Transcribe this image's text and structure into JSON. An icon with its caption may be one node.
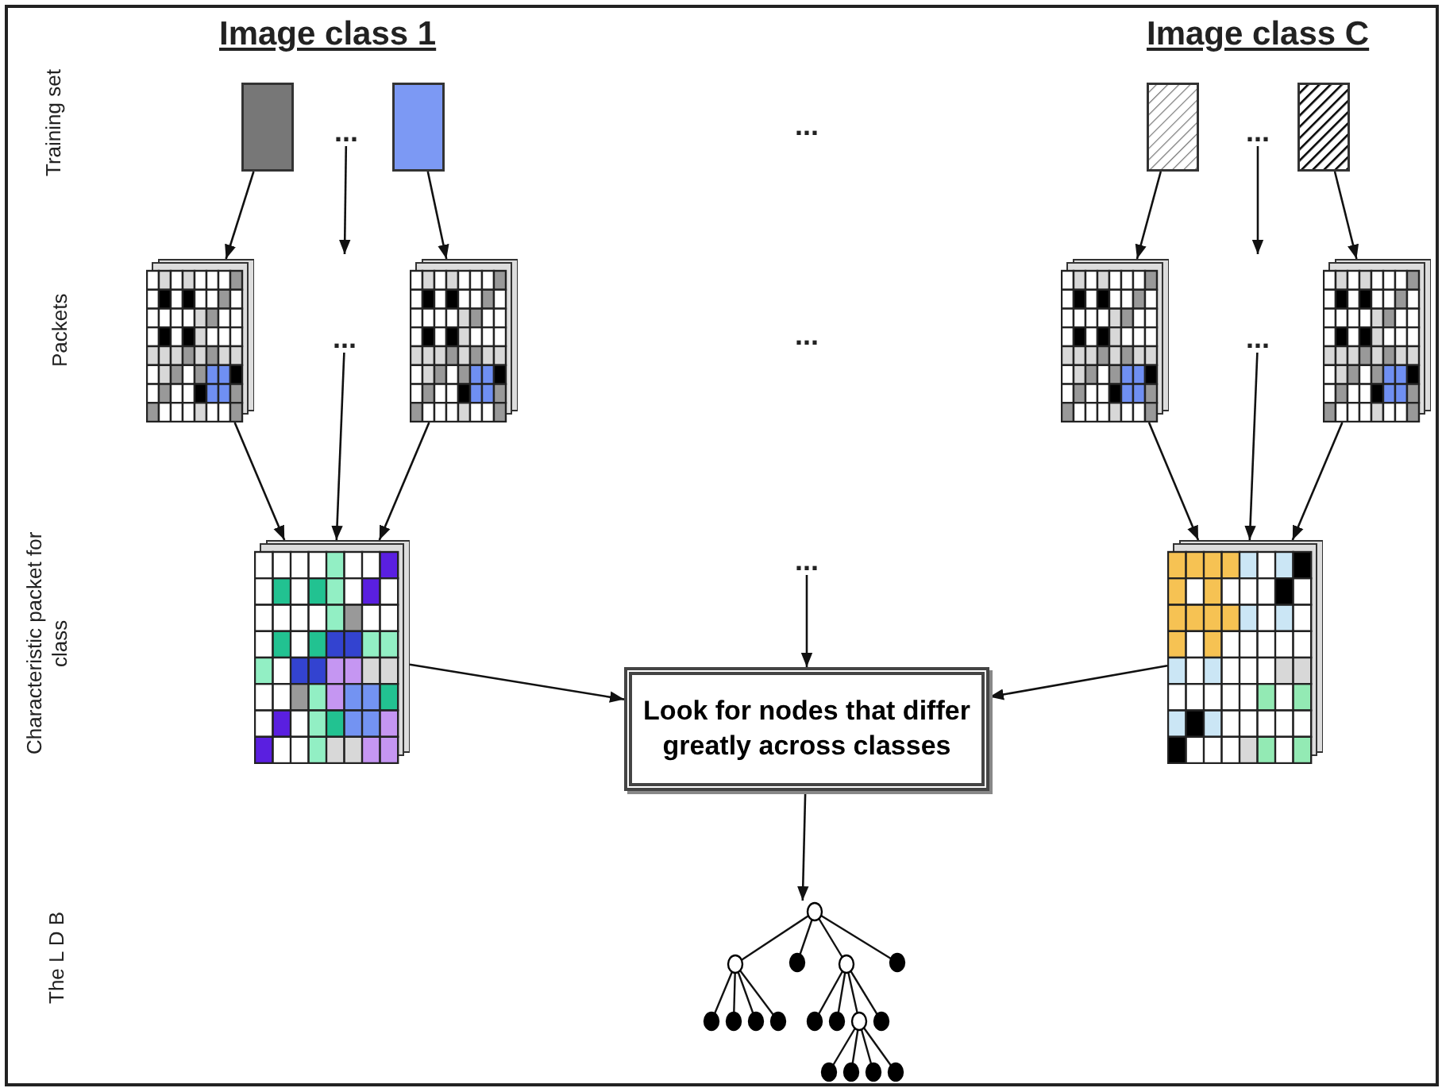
{
  "diagram": {
    "nodes": [
      {
        "text": [],
        "shape": "box"
      },
      {
        "text": [
          "..."
        ]
      },
      {
        "text": [],
        "shape": "box"
      },
      {
        "text": [
          "..."
        ]
      },
      {
        "text": [],
        "shape": "box"
      },
      {
        "text": [
          "..."
        ]
      },
      {
        "text": [],
        "shape": "box"
      },
      {
        "text": [],
        "shape": "picture"
      },
      {
        "text": [
          "..."
        ]
      },
      {
        "text": [],
        "shape": "picture"
      },
      {
        "text": [
          "..."
        ]
      },
      {
        "text": [],
        "shape": "picture"
      },
      {
        "text": [
          "..."
        ]
      },
      {
        "text": [],
        "shape": "picture"
      },
      {
        "text": [],
        "shape": "picture"
      },
      {
        "text": [
          "..."
        ]
      },
      {
        "text": [],
        "shape": "picture"
      },
      {
        "text": [
          "Look for nodes that differ greatly across classes"
        ]
      },
      {
        "text": [],
        "shape": "picture"
      }
    ],
    "edges": [
      {
        "from": 0,
        "to": 7,
        "arrow": "to"
      },
      {
        "from": 1,
        "to": null,
        "arrow": "to"
      },
      {
        "from": 2,
        "to": 9,
        "arrow": "to"
      },
      {
        "from": 4,
        "to": 11,
        "arrow": "to"
      },
      {
        "from": 5,
        "to": null,
        "arrow": "to"
      },
      {
        "from": 6,
        "to": 13,
        "arrow": "to"
      },
      {
        "from": 7,
        "to": 14,
        "arrow": "to"
      },
      {
        "from": 8,
        "to": 14,
        "arrow": "to"
      },
      {
        "from": 9,
        "to": 14,
        "arrow": "to"
      },
      {
        "from": 11,
        "to": 16,
        "arrow": "to"
      },
      {
        "from": 12,
        "to": 16,
        "arrow": "to"
      },
      {
        "from": 13,
        "to": 16,
        "arrow": "to"
      },
      {
        "from": 14,
        "to": 17,
        "arrow": "to"
      },
      {
        "from": 15,
        "to": 17,
        "arrow": "to"
      },
      {
        "from": 16,
        "to": 17,
        "arrow": "to"
      },
      {
        "from": 17,
        "to": 18,
        "arrow": "to"
      }
    ],
    "labels": [
      "Image class 1",
      "Image class C",
      "Training set",
      "Packets",
      "Characteristic packet for class",
      "The L D B"
    ]
  }
}
